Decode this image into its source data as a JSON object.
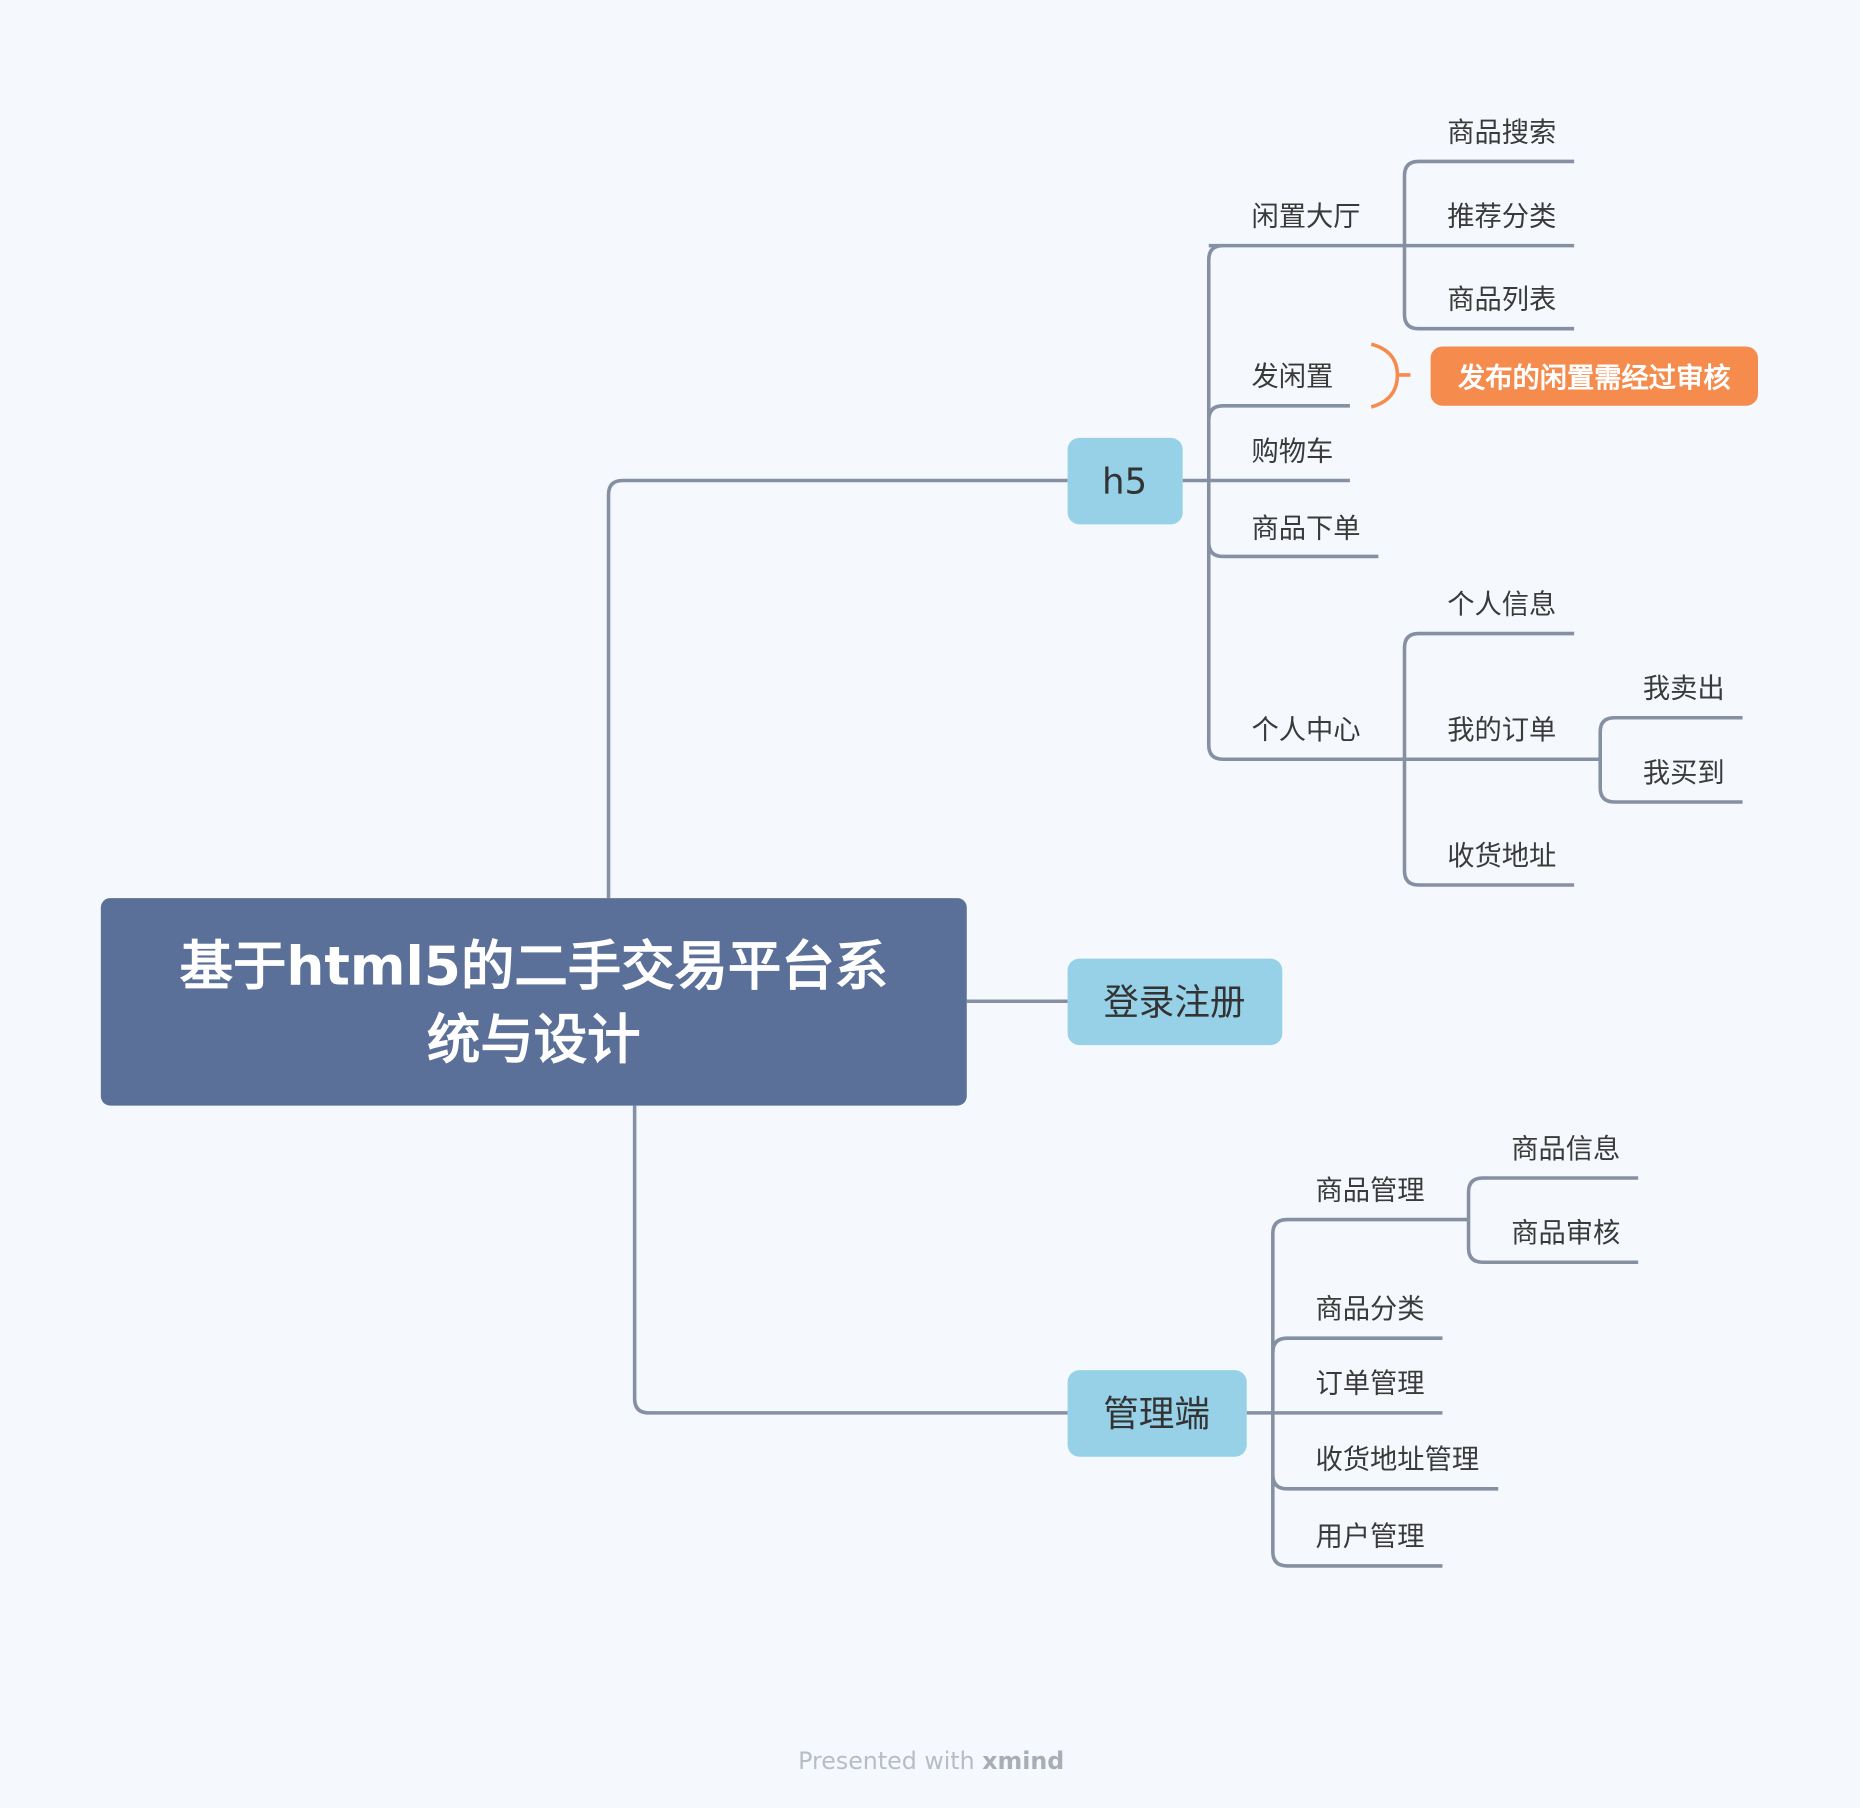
{
  "root": {
    "line1": "基于html5的二手交易平台系",
    "line2": "统与设计"
  },
  "branches": {
    "h5": {
      "label": "h5",
      "children": {
        "hall": {
          "label": "闲置大厅",
          "children": [
            "商品搜索",
            "推荐分类",
            "商品列表"
          ]
        },
        "post": {
          "label": "发闲置",
          "callout": "发布的闲置需经过审核"
        },
        "cart": {
          "label": "购物车"
        },
        "order": {
          "label": "商品下单"
        },
        "center": {
          "label": "个人中心",
          "children": {
            "info": "个人信息",
            "orders": {
              "label": "我的订单",
              "children": [
                "我卖出",
                "我买到"
              ]
            },
            "address": "收货地址"
          }
        }
      }
    },
    "login": {
      "label": "登录注册"
    },
    "admin": {
      "label": "管理端",
      "children": {
        "goods": {
          "label": "商品管理",
          "children": [
            "商品信息",
            "商品审核"
          ]
        },
        "category": "商品分类",
        "orders": "订单管理",
        "address": "收货地址管理",
        "users": "用户管理"
      }
    }
  },
  "footer": {
    "prefix": "Presented with ",
    "brand": "xmind"
  },
  "colors": {
    "root": "#5b7099",
    "main": "#96d1e7",
    "callout": "#f58b4c",
    "line": "#8690a3",
    "background": "#f5f9fd"
  }
}
